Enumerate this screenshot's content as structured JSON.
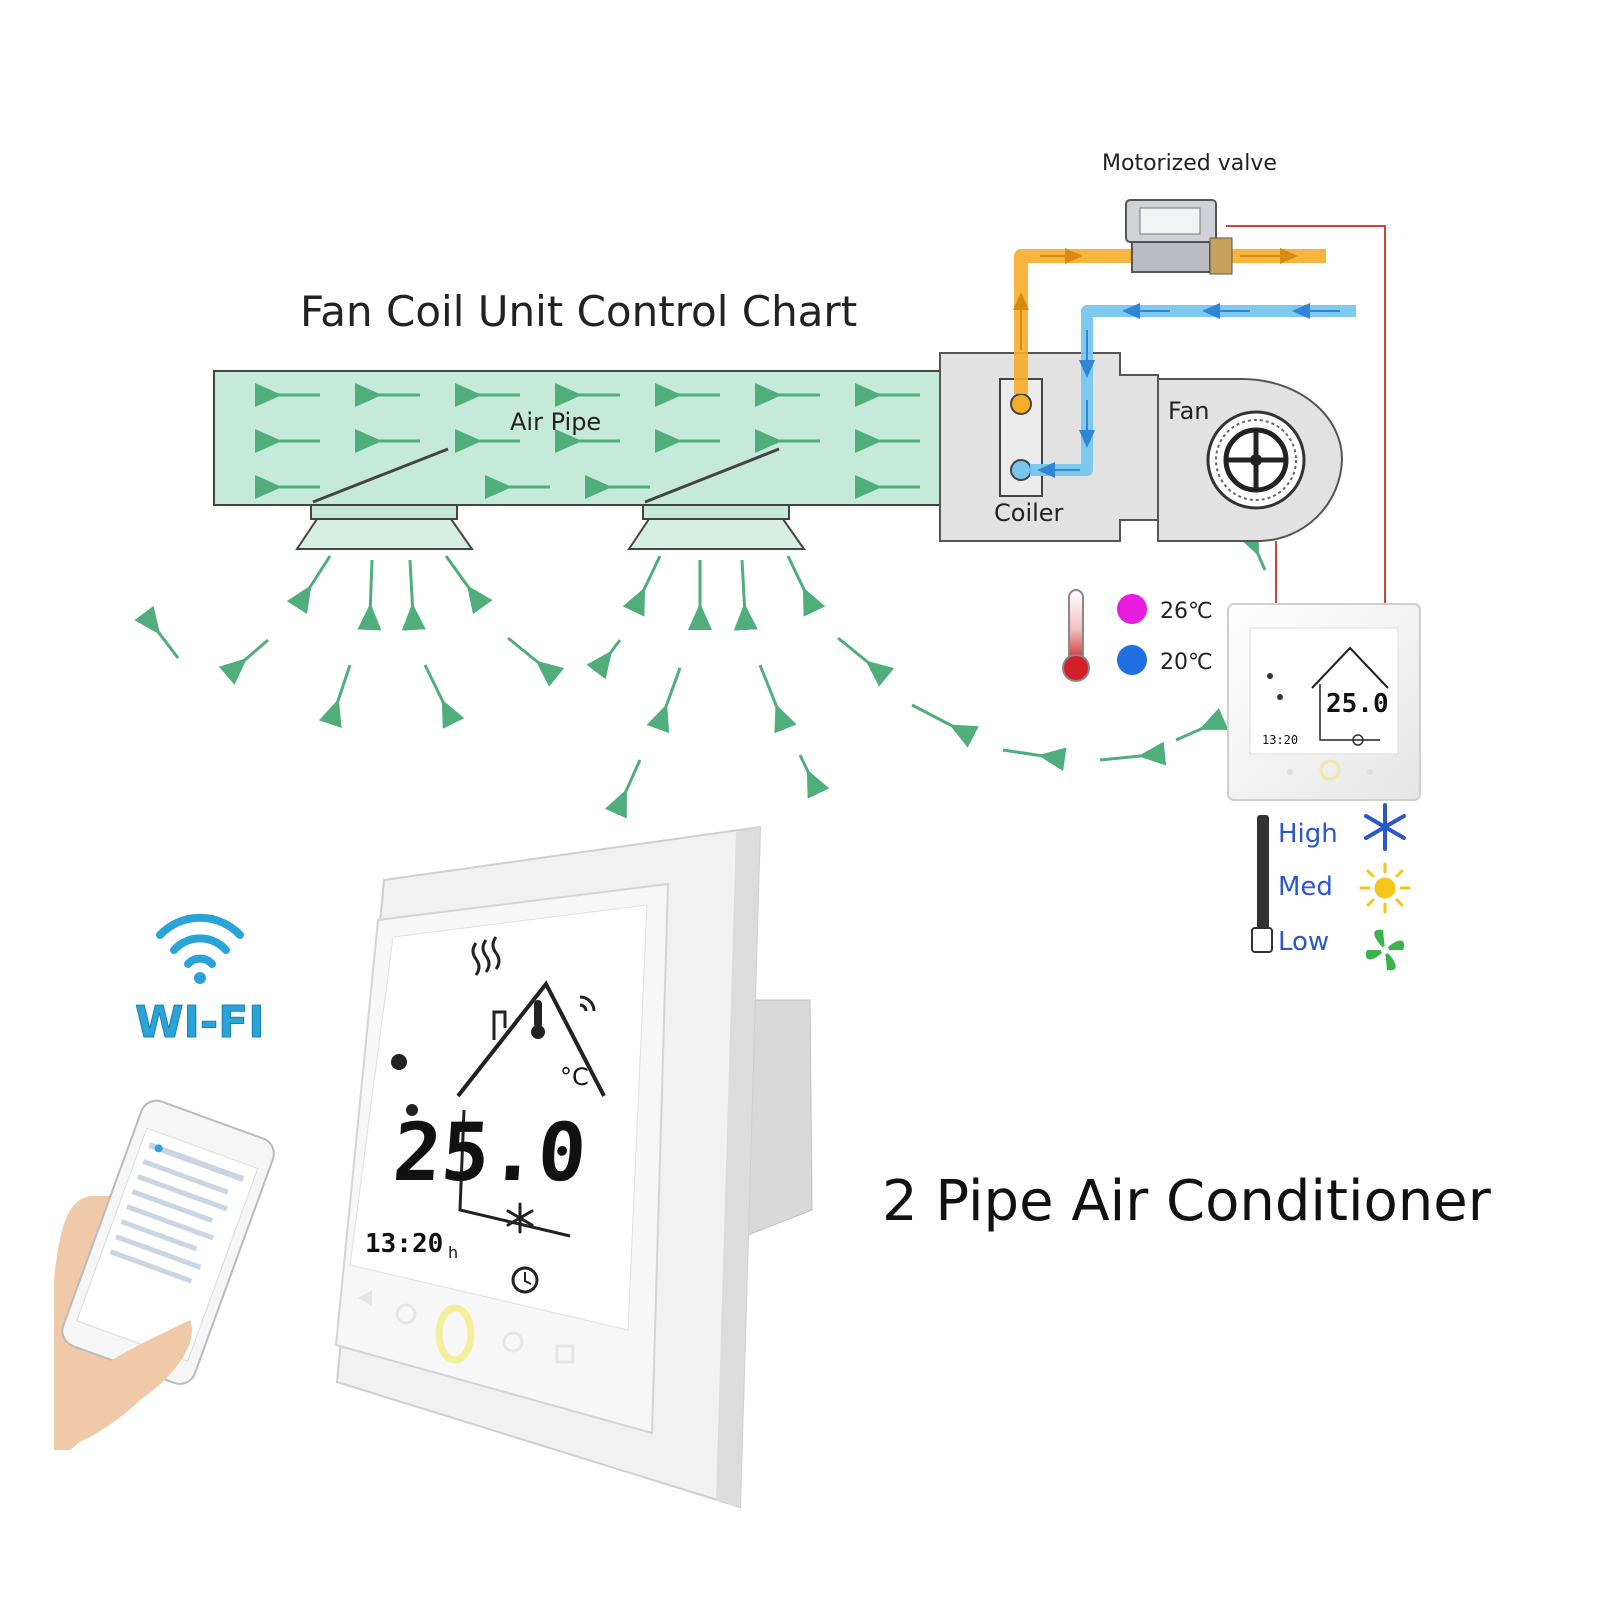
{
  "diagram": {
    "title": "Fan Coil Unit Control Chart",
    "air_pipe_label": "Air Pipe",
    "coiler_label": "Coiler",
    "fan_label": "Fan",
    "valve_label": "Motorized valve",
    "product_label": "2 Pipe Air Conditioner",
    "wifi_label": "WI-FI"
  },
  "temperatures": {
    "high": {
      "text": "26℃",
      "color": "#e81ce0"
    },
    "low": {
      "text": "20℃",
      "color": "#1f6fe0"
    }
  },
  "fan_speeds": [
    {
      "label": "High",
      "icon": "snowflake-icon",
      "color": "#2a57c9"
    },
    {
      "label": "Med",
      "icon": "sun-icon",
      "color": "#f5c518"
    },
    {
      "label": "Low",
      "icon": "fan-icon",
      "color": "#3cb34a"
    }
  ],
  "thermostat": {
    "temperature": "25.0",
    "unit": "°C",
    "time": "13:20",
    "time_suffix": "h"
  },
  "colors": {
    "air_duct": "#c6ead9",
    "flow_arrows": "#4fae7c",
    "hot_pipe": "#f6ad2a",
    "cold_pipe": "#78c6ee",
    "wire": "#c8453a",
    "wifi": "#2aa3d8"
  }
}
